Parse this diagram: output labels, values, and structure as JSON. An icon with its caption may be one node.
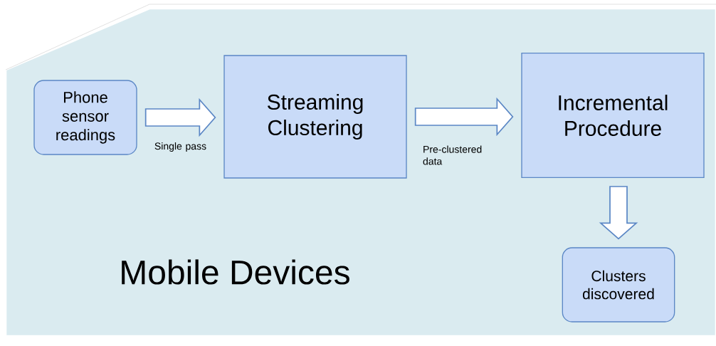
{
  "diagram": {
    "nodes": [
      {
        "text": [
          "Mobile Devices"
        ]
      },
      {
        "text": [
          "Phone sensor readings"
        ],
        "in": 0
      },
      {
        "text": [
          "Streaming Clustering"
        ],
        "in": 0
      },
      {
        "text": [
          "Incremental Procedure"
        ],
        "in": 0
      },
      {
        "text": [
          "Clusters discovered"
        ],
        "in": 0
      }
    ],
    "edges": [
      {
        "from": 1,
        "to": 2,
        "arrow": "to",
        "label": "Single pass"
      },
      {
        "from": 2,
        "to": 3,
        "arrow": "to",
        "label": "Pre-clustered data"
      },
      {
        "from": 3,
        "to": 4,
        "arrow": "to"
      }
    ]
  }
}
